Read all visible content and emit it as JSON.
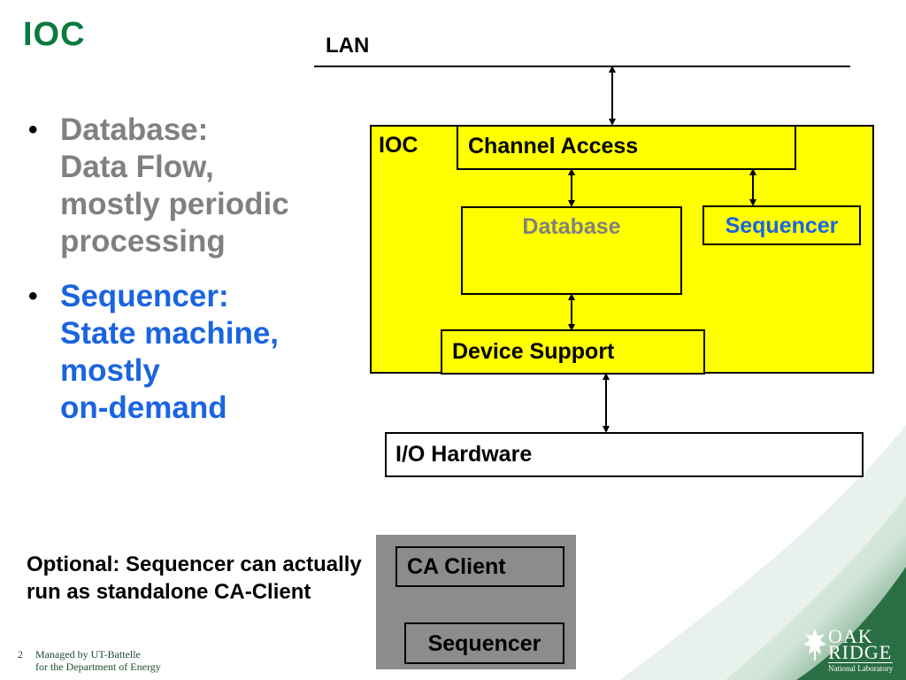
{
  "slide": {
    "title": "IOC",
    "bullets": [
      {
        "color": "#808080",
        "lines": [
          "Database:",
          "Data Flow,",
          "mostly periodic",
          "processing"
        ]
      },
      {
        "color": "#1a64e0",
        "lines": [
          "Sequencer:",
          "State machine,",
          "mostly",
          "on-demand"
        ]
      }
    ],
    "optional_note": "Optional: Sequencer can actually run as standalone CA-Client"
  },
  "diagram": {
    "lan": "LAN",
    "ioc": "IOC",
    "channel_access": "Channel Access",
    "database": "Database",
    "sequencer": "Sequencer",
    "device_support": "Device Support",
    "io_hardware": "I/O Hardware",
    "ca_client": "CA Client",
    "standalone_sequencer": "Sequencer"
  },
  "footer": {
    "page_number": "2",
    "line1": "Managed by UT-Battelle",
    "line2": "for the Department of Energy"
  },
  "logo": {
    "word1": "OAK",
    "word2": "RIDGE",
    "subtitle": "National Laboratory"
  },
  "colors": {
    "title_green": "#0b7a3e",
    "ioc_yellow": "#ffff00",
    "sequencer_blue": "#1a64e0",
    "database_gray": "#808080",
    "panel_gray": "#8c8c8c"
  }
}
